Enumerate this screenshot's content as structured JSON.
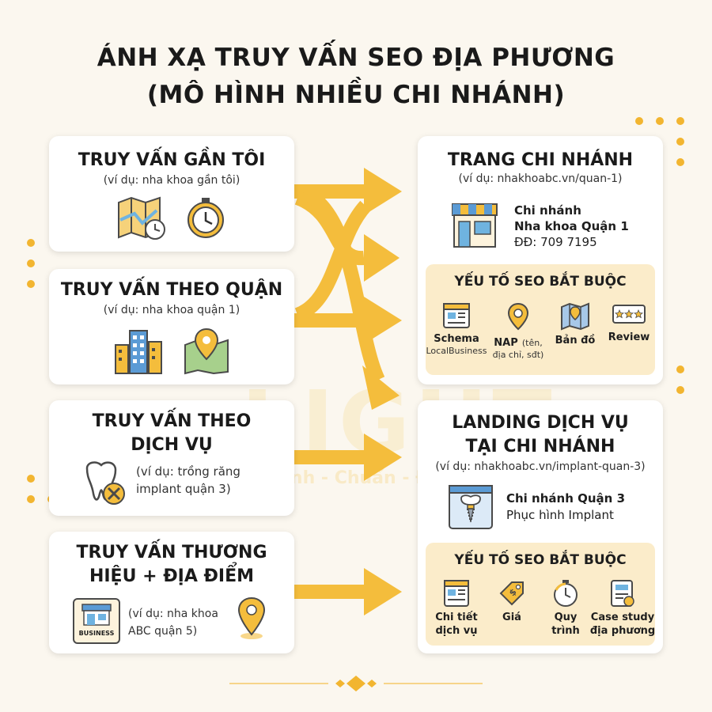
{
  "title": {
    "line1": "ÁNH XẠ TRUY VẤN SEO ĐỊA PHƯƠNG",
    "line2": "(MÔ HÌNH NHIỀU CHI NHÁNH)"
  },
  "watermark": {
    "brand": "LIGHT",
    "tagline": "Nhanh - Chuẩn - Đẹp"
  },
  "queries": [
    {
      "title": "TRUY VẤN GẦN TÔI",
      "example": "(ví dụ: nha khoa gần tôi)"
    },
    {
      "title": "TRUY VẤN THEO QUẬN",
      "example": "(ví dụ: nha khoa quận 1)"
    },
    {
      "title_line1": "TRUY VẤN THEO",
      "title_line2": "DỊCH VỤ",
      "example_line1": "(ví dụ: trồng răng",
      "example_line2": "implant quận 3)"
    },
    {
      "title_line1": "TRUY VẤN THƯƠNG",
      "title_line2": "HIỆU  +  ĐỊA ĐIỂM",
      "example_line1": "(ví dụ: nha khoa",
      "example_line2": "ABC quận 5)",
      "badge": "BUSINESS"
    }
  ],
  "branch_page": {
    "title": "TRANG CHI NHÁNH",
    "url": "(ví dụ: nhakhoabc.vn/quan-1)",
    "name_line1": "Chi nhánh",
    "name_line2": "Nha khoa Quận 1",
    "phone": "ĐĐ: 709 7195",
    "seo_title": "YẾU TỐ SEO BẮT BUỘC",
    "seo_items": [
      {
        "label": "Schema",
        "small": "LocalBusiness",
        "icon": "webpage-icon"
      },
      {
        "label": "NAP",
        "small_inline": "(tên,",
        "small": "địa chỉ, sđt)",
        "icon": "map-pin-icon"
      },
      {
        "label": "Bản đồ",
        "icon": "folded-map-icon"
      },
      {
        "label": "Review",
        "icon": "rating-stars-icon"
      }
    ]
  },
  "service_landing": {
    "title_line1": "LANDING DỊCH VỤ",
    "title_line2": "TẠI CHI NHÁNH",
    "url": "(ví dụ: nhakhoabc.vn/implant-quan-3)",
    "name_line1": "Chi nhánh Quận 3",
    "name_line2": "Phục hình Implant",
    "seo_title": "YẾU TỐ SEO BẮT BUỘC",
    "seo_items": [
      {
        "label_line1": "Chi tiết",
        "label_line2": "dịch vụ",
        "icon": "document-icon"
      },
      {
        "label_line1": "Giá",
        "label_line2": "",
        "icon": "price-tag-icon"
      },
      {
        "label_line1": "Quy",
        "label_line2": "trình",
        "icon": "stopwatch-icon"
      },
      {
        "label_line1": "Case study",
        "label_line2": "địa phương",
        "icon": "case-study-icon"
      }
    ]
  },
  "colors": {
    "accent": "#f2b530",
    "arrow": "#f4bd3c",
    "seo_box": "#fbecca",
    "card": "#ffffff",
    "background": "#fbf7ef"
  }
}
